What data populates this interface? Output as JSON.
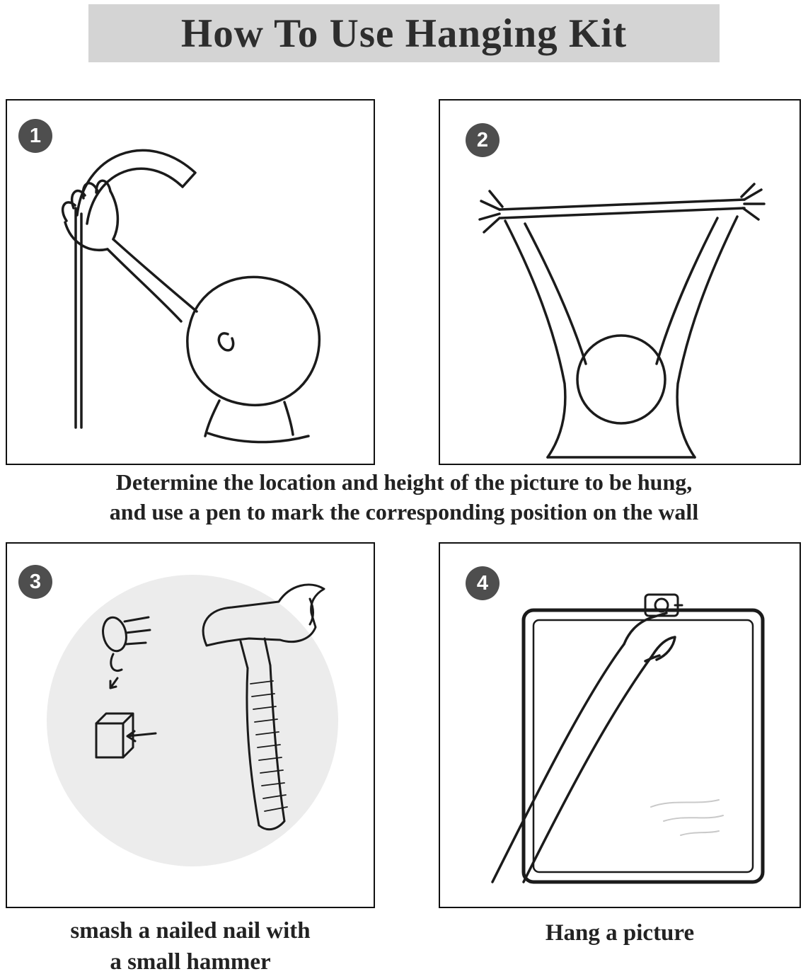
{
  "title": "How To Use Hanging Kit",
  "steps": [
    {
      "number": "1"
    },
    {
      "number": "2"
    },
    {
      "number": "3"
    },
    {
      "number": "4"
    }
  ],
  "captions": {
    "top_line1": "Determine the location and height of the picture to be hung,",
    "top_line2": "and use a pen to mark the corresponding position on the wall",
    "step3_line1": "smash a nailed nail with",
    "step3_line2": "a small hammer",
    "step4": "Hang a picture"
  },
  "icons": {
    "step1_illustration": "person-marking-wall-with-pen",
    "step2_illustration": "person-holding-picture-frame-overhead",
    "step3_illustration": "hammer-and-nail",
    "step4_illustration": "hand-hanging-picture-frame"
  },
  "colors": {
    "title_bar_bg": "#d4d4d4",
    "title_text": "#2d2d2d",
    "badge_bg": "#4e4e4e",
    "badge_text": "#ffffff",
    "panel_border": "#111111",
    "line_art": "#1b1b1b",
    "step3_circle_bg": "#ececec"
  }
}
